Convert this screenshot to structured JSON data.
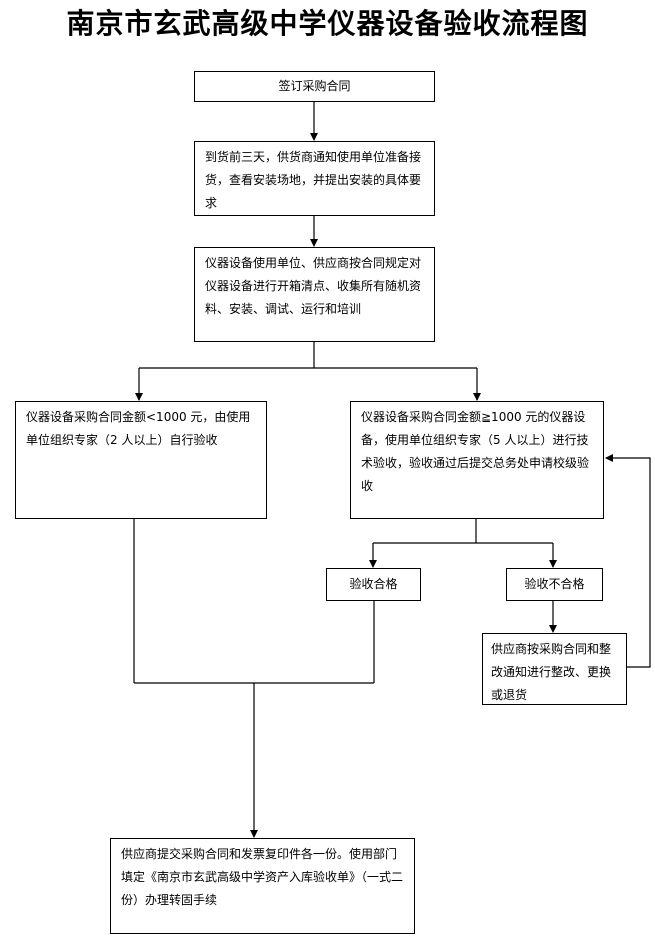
{
  "title": "南京市玄武高级中学仪器设备验收流程图",
  "steps": {
    "sign_contract": "签订采购合同",
    "pre_delivery": "到货前三天，供货商通知使用单位准备接货，查看安装场地，并提出安装的具体要求",
    "unpack_install": "仪器设备使用单位、供应商按合同规定对仪器设备进行开箱清点、收集所有随机资料、安装、调试、运行和培训",
    "small_amount": "仪器设备采购合同金额<1000 元，由使用单位组织专家（2 人以上）自行验收",
    "large_amount": "仪器设备采购合同金额≧1000 元的仪器设备，使用单位组织专家（5 人以上）进行技术验收，验收通过后提交总务处申请校级验收",
    "pass": "验收合格",
    "fail": "验收不合格",
    "rectify": "供应商按采购合同和整改通知进行整改、更换或退货",
    "final": "供应商提交采购合同和发票复印件各一份。使用部门填定《南京市玄武高级中学资产入库验收单》（一式二份）办理转固手续"
  }
}
